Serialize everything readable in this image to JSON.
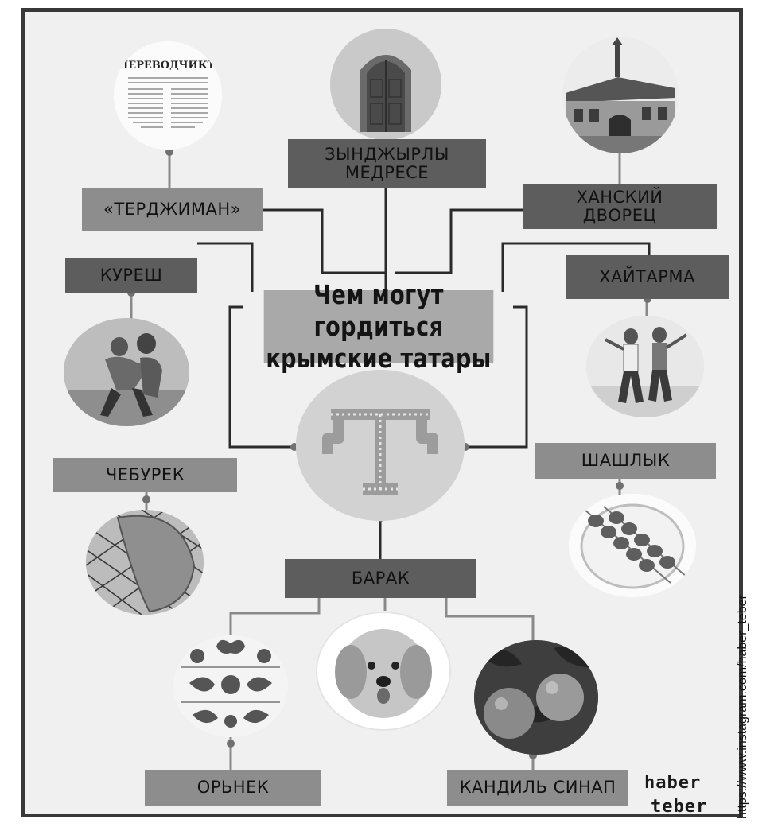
{
  "title": "Чем могут гордиться крымские татары",
  "title_lines": [
    "Чем могут гордиться",
    "крымские татары"
  ],
  "nodes": {
    "terdzhiman": "«ТЕРДЖИМАН»",
    "zyndzhyrly": [
      "ЗЫНДЖЫРЛЫ",
      "МЕДРЕСЕ"
    ],
    "khanskiy": [
      "ХАНСКИЙ",
      "ДВОРЕЦ"
    ],
    "kuresh": "КУРЕШ",
    "khaytarma": "ХАЙТАРМА",
    "cheburek": "ЧЕБУРЕК",
    "shashlyk": "ШАШЛЫК",
    "barak": "БАРАК",
    "ornek": "ОРЬНЕК",
    "kandil": "КАНДИЛЬ СИНАП"
  },
  "newspaper_masthead": "ПЕРЕВОДЧИКЪ",
  "watermark_url": "https://www.instagram.com/haber_teber",
  "logo": [
    "haber",
    "teber"
  ],
  "colors": {
    "frame": "#383838",
    "background": "#f0f0f0",
    "box_light": "#8d8d8d",
    "box_dark": "#5d5d5d",
    "title_box": "#a9a9a9",
    "connector": "#2a2a2a"
  },
  "icons": [
    "newspaper-photo",
    "madrasa-door-photo",
    "khan-palace-photo",
    "kuresh-wrestlers-photo",
    "khaytarma-dancers-photo",
    "tamga-emblem",
    "cheburek-photo",
    "shashlyk-photo",
    "ornek-ornament-photo",
    "barak-dog-photo",
    "kandil-sinap-apples-photo"
  ]
}
